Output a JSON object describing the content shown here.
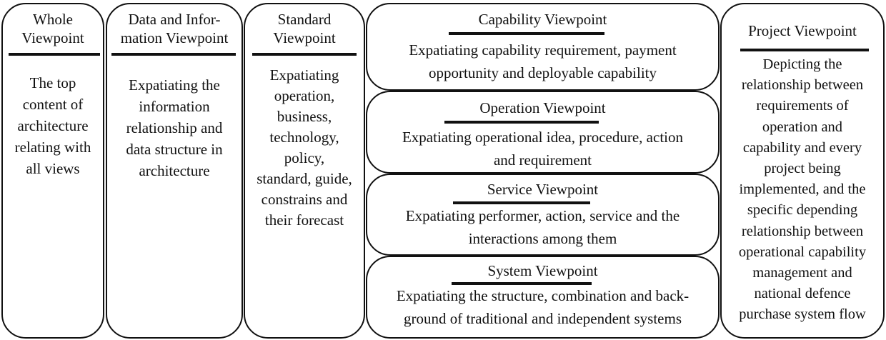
{
  "columns": {
    "whole": {
      "title_lines": [
        "Whole",
        "Viewpoint"
      ],
      "body_lines": [
        "The top",
        "content of",
        "architecture",
        "relating with",
        "all views"
      ]
    },
    "data_info": {
      "title_lines": [
        "Data and Infor-",
        "mation Viewpoint"
      ],
      "body_lines": [
        "Expatiating the",
        "information",
        "relationship and",
        "data structure in",
        "architecture"
      ]
    },
    "standard": {
      "title_lines": [
        "Standard",
        "Viewpoint"
      ],
      "body_lines": [
        "Expatiating",
        "operation,",
        "business,",
        "technology,",
        "policy,",
        "standard, guide,",
        "constrains and",
        "their forecast"
      ]
    },
    "project": {
      "title_lines": [
        "Project Viewpoint"
      ],
      "body_lines": [
        "Depicting the",
        "relationship between",
        "requirements of",
        "operation and",
        "capability and every",
        "project being",
        "implemented, and the",
        "specific depending",
        "relationship between",
        "operational capability",
        "management and",
        "national defence",
        "purchase system flow"
      ]
    }
  },
  "middle": [
    {
      "title": "Capability Viewpoint",
      "body_lines": [
        "Expatiating capability requirement, payment",
        "opportunity and deployable capability"
      ]
    },
    {
      "title": "Operation Viewpoint",
      "body_lines": [
        "Expatiating operational idea, procedure, action",
        "and requirement"
      ]
    },
    {
      "title": "Service Viewpoint",
      "body_lines": [
        "Expatiating performer, action, service and the",
        "interactions among them"
      ]
    },
    {
      "title": "System Viewpoint",
      "body_lines": [
        "Expatiating the structure, combination and back-",
        "ground of traditional and  independent systems"
      ]
    }
  ]
}
